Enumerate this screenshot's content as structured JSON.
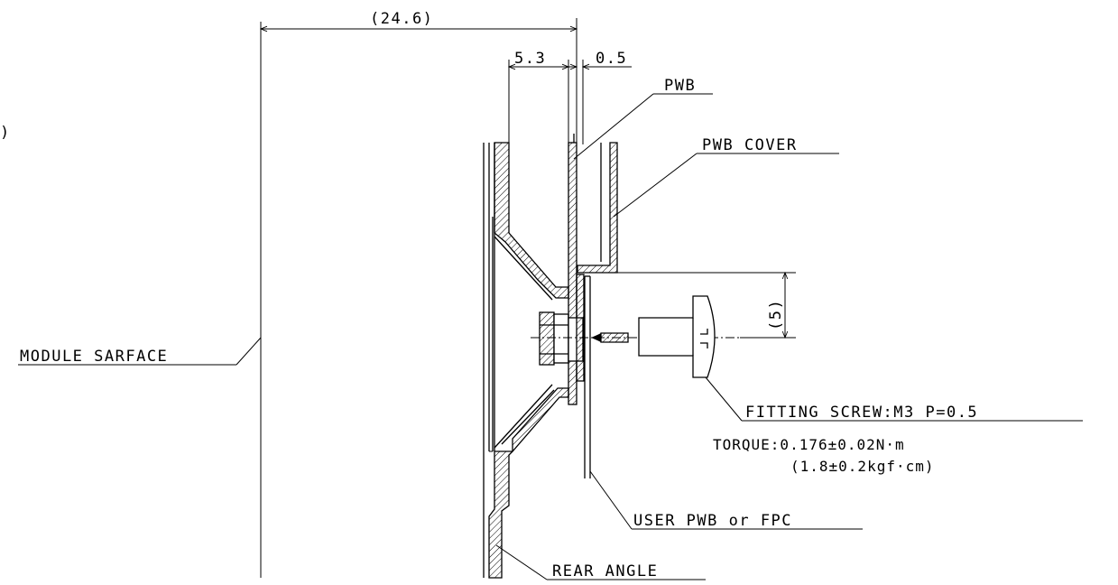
{
  "dimensions": {
    "overall": "(24.6)",
    "rear_to_pwb": "5.3",
    "pwb_gap": "0.5",
    "screw_offset": "(5)",
    "cut_fragment": ")"
  },
  "labels": {
    "pwb": "PWB",
    "pwb_cover": "PWB COVER",
    "module_surface": "MODULE SARFACE",
    "fitting_screw": "FITTING SCREW:M3 P=0.5",
    "torque_line1": "TORQUE:0.176±0.02N·m",
    "torque_line2": "(1.8±0.2kgf·cm)",
    "user_pwb": "USER PWB or FPC",
    "rear_angle": "REAR ANGLE"
  },
  "colors": {
    "line": "#000000",
    "background": "#ffffff"
  }
}
